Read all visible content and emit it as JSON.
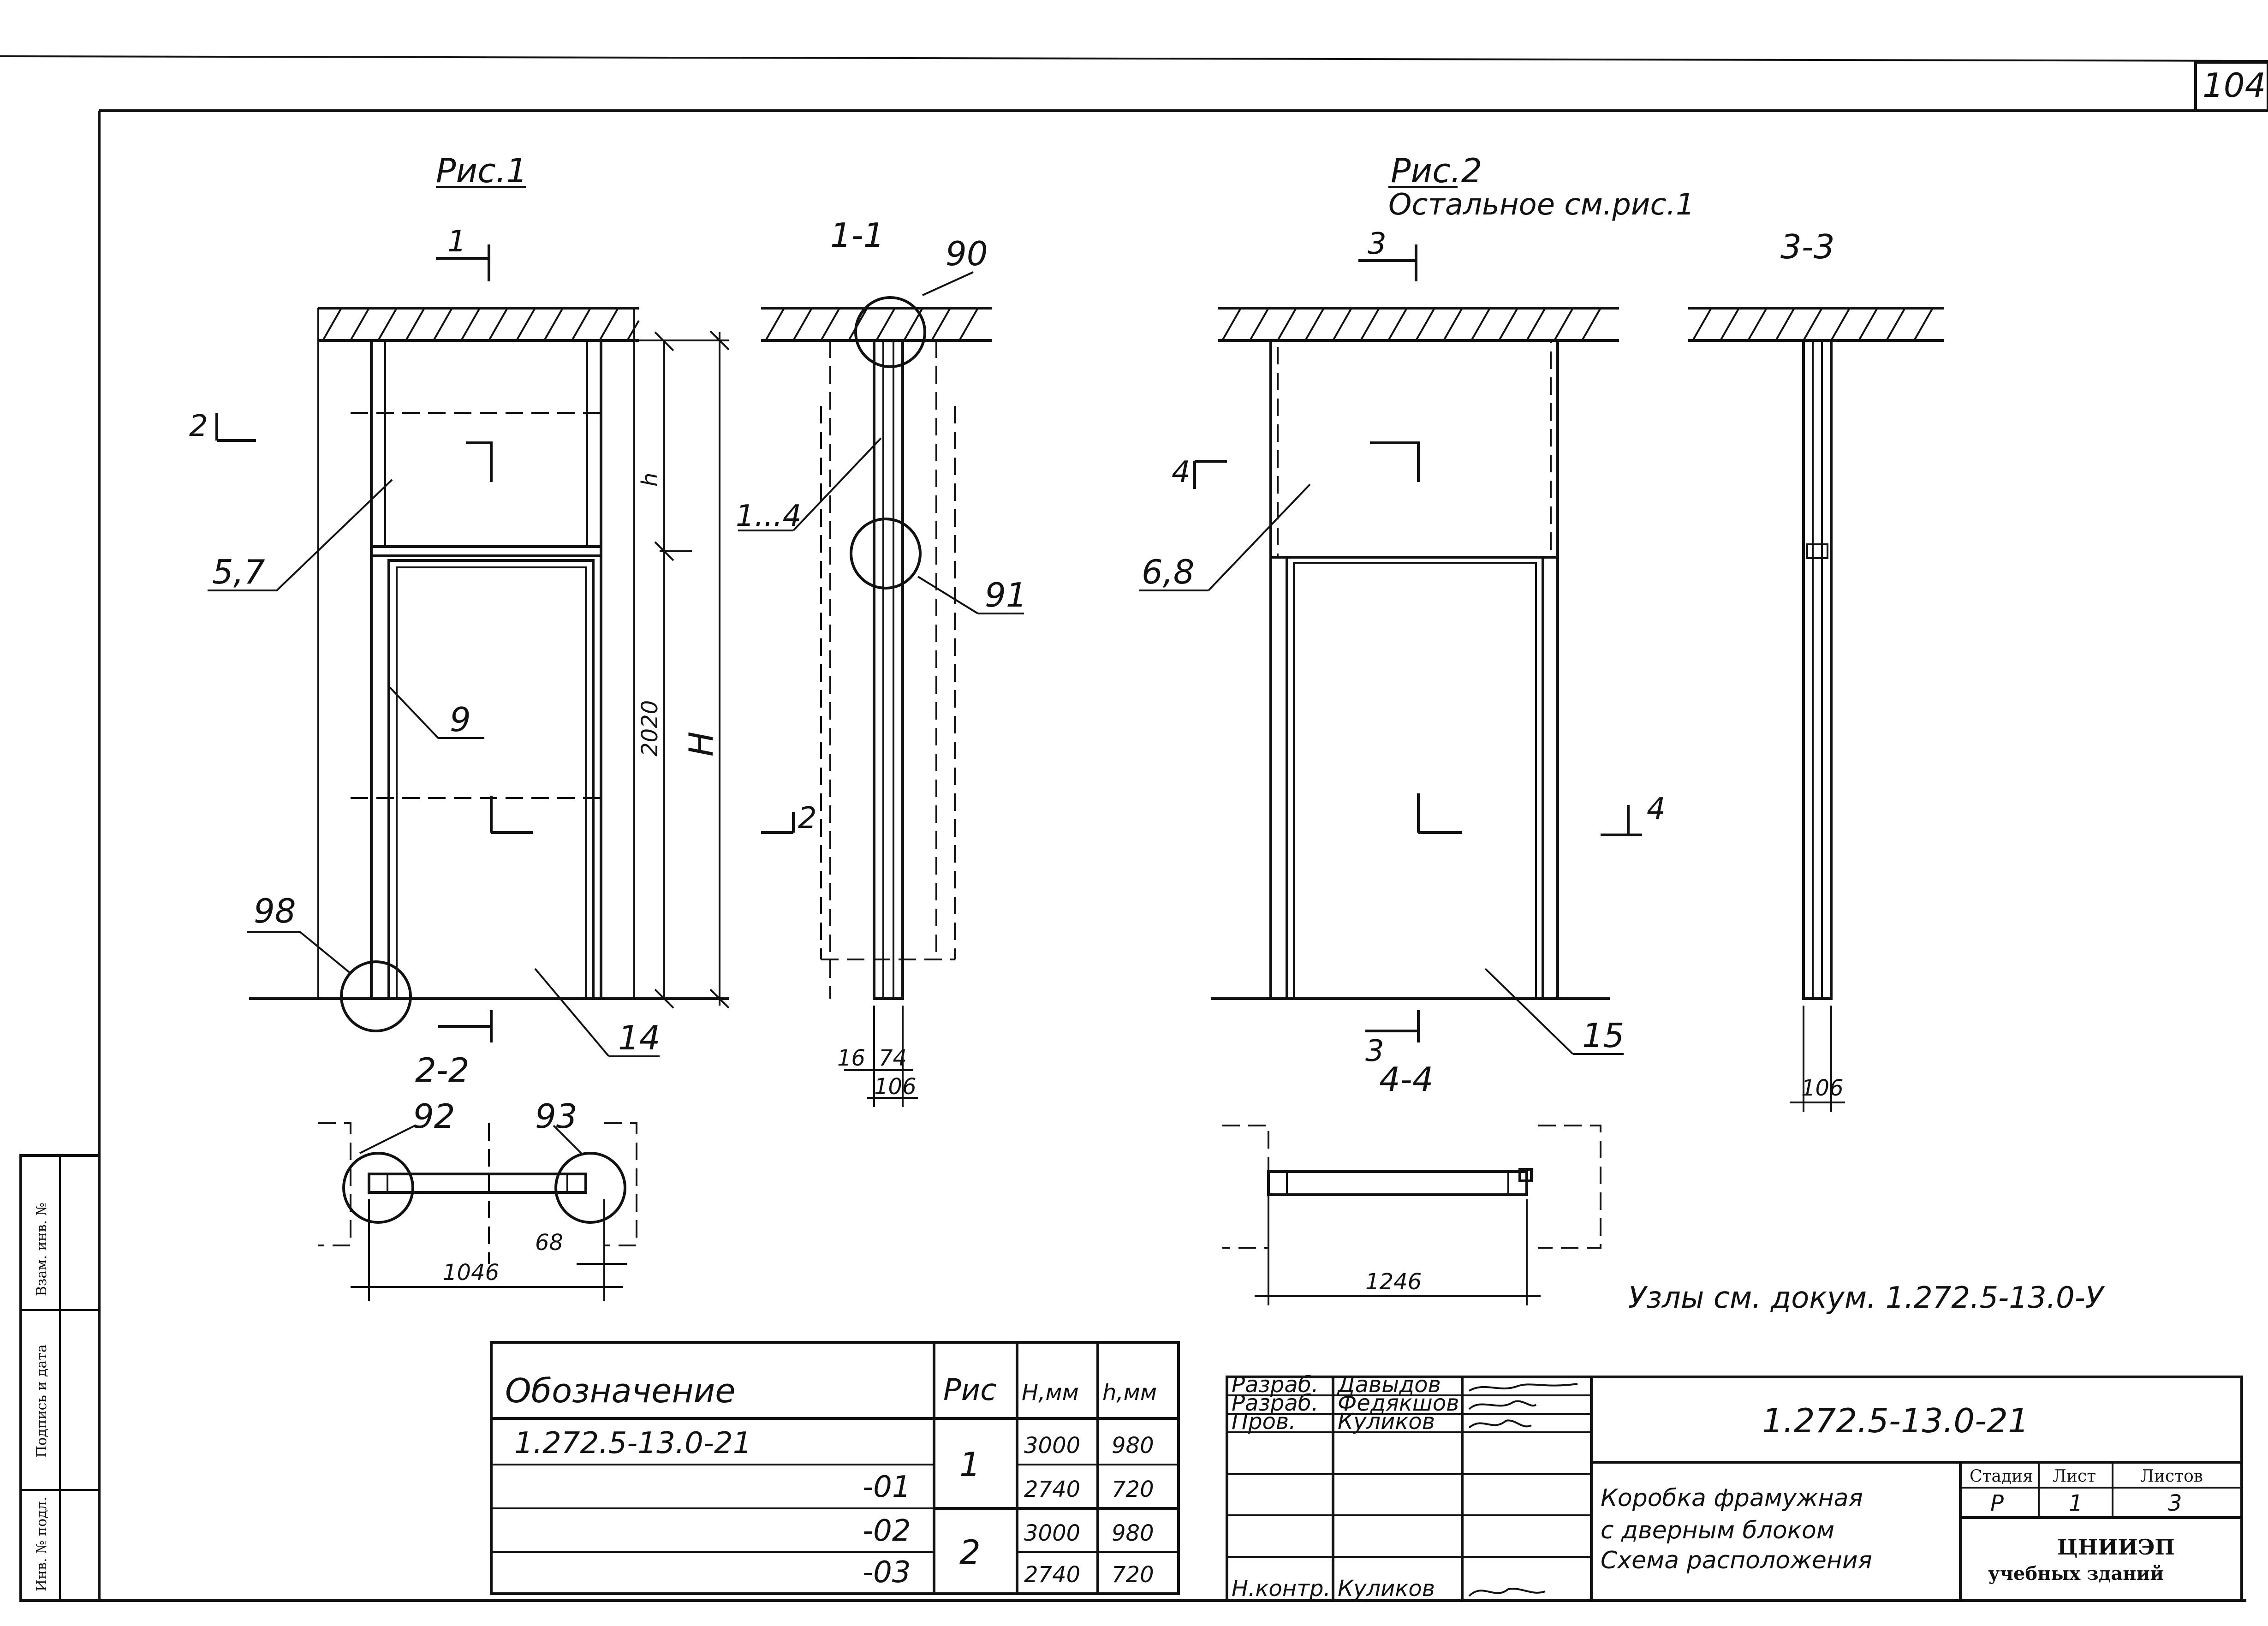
{
  "sheet": {
    "number": "104"
  },
  "figures": {
    "fig1": {
      "title": "Рис.1"
    },
    "fig2": {
      "title": "Рис.2",
      "note": "Остальное см.рис.1"
    }
  },
  "sections": {
    "s1_mark": "1",
    "s1_title": "1-1",
    "s2_mark": "2",
    "s2_title": "2-2",
    "s3_mark": "3",
    "s3_title": "3-3",
    "s4_mark": "4",
    "s4_title": "4-4"
  },
  "callouts": {
    "c5_7": "5,7",
    "c9": "9",
    "c98": "98",
    "c14": "14",
    "c90": "90",
    "c1_4": "1...4",
    "c91": "91",
    "c92": "92",
    "c93": "93",
    "c6_8": "6,8",
    "c15": "15"
  },
  "dimensions": {
    "h": "h",
    "d2020": "2020",
    "H": "H",
    "d16": "16",
    "d74": "74",
    "d106_a": "106",
    "d68": "68",
    "d1046": "1046",
    "d1246": "1246",
    "d106_b": "106"
  },
  "nodes_note": "Узлы см. докум. 1.272.5-13.0-У",
  "spec_table": {
    "headers": [
      "Обозначение",
      "Рис",
      "H,мм",
      "h,мм"
    ],
    "rows": [
      {
        "designation": "1.272.5-13.0-21",
        "fig": "1",
        "H": "3000",
        "h": "980"
      },
      {
        "designation": "-01",
        "fig": "",
        "H": "2740",
        "h": "720"
      },
      {
        "designation": "-02",
        "fig": "2",
        "H": "3000",
        "h": "980"
      },
      {
        "designation": "-03",
        "fig": "",
        "H": "2740",
        "h": "720"
      }
    ]
  },
  "title_block": {
    "roles": [
      "Разраб.",
      "Разраб.",
      "Пров.",
      "",
      "",
      "Н.контр."
    ],
    "names": [
      "Давыдов",
      "Федякшов",
      "Куликов",
      "",
      "",
      "Куликов"
    ],
    "code": "1.272.5-13.0-21",
    "title_line1": "Коробка фрамужная",
    "title_line2": "с дверным блоком",
    "title_line3": "Схема расположения",
    "stage_label": "Стадия",
    "sheet_label": "Лист",
    "sheets_label": "Листов",
    "stage": "Р",
    "sheet": "1",
    "sheets": "3",
    "org_line1": "ЦНИИЭП",
    "org_line2": "учебных зданий"
  },
  "side_stamp": [
    "Инв. № подл.",
    "Подпись и дата",
    "Взам. инв. №"
  ]
}
